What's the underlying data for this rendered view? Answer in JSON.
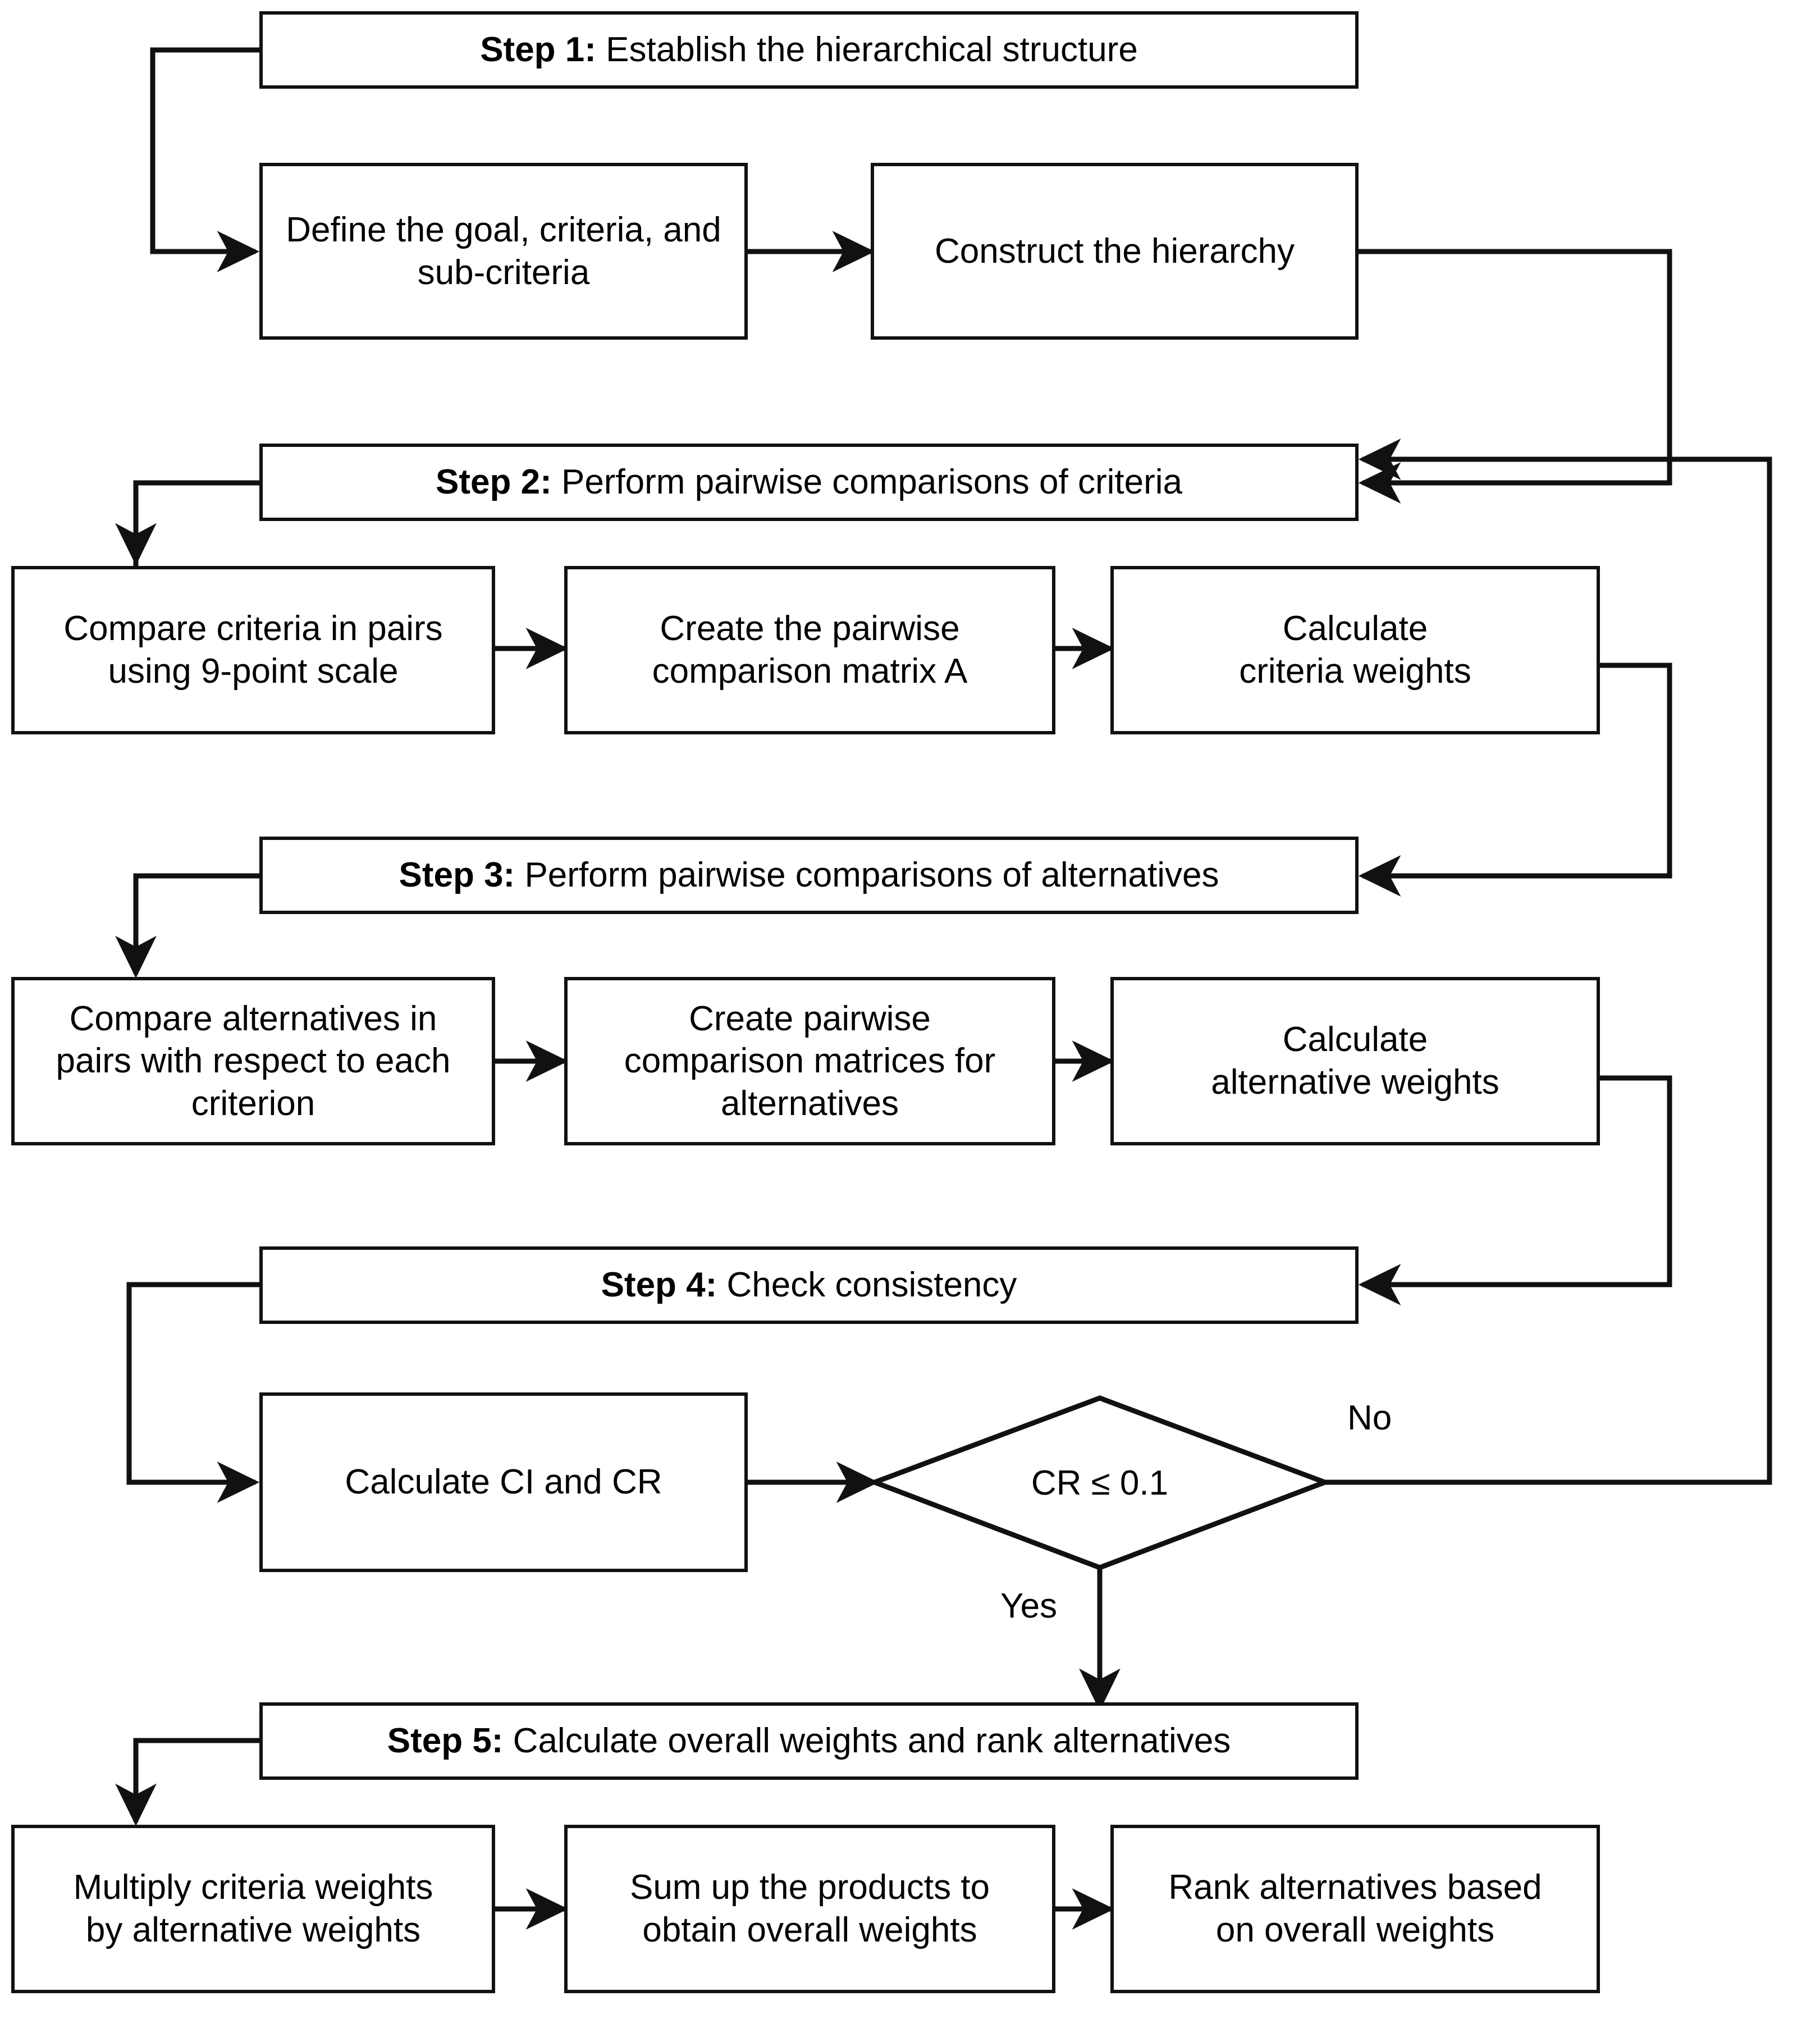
{
  "diagram": {
    "title": "AHP (Analytic Hierarchy Process) procedure flowchart",
    "steps": [
      {
        "id": "step1",
        "header_prefix": "Step 1:",
        "header_text": " Establish the hierarchical structure",
        "boxes": [
          {
            "id": "define-goal",
            "label": "Define the goal, criteria, and\nsub-criteria"
          },
          {
            "id": "construct-hierarchy",
            "label": "Construct the hierarchy"
          }
        ]
      },
      {
        "id": "step2",
        "header_prefix": "Step 2:",
        "header_text": "  Perform pairwise comparisons of criteria",
        "boxes": [
          {
            "id": "compare-criteria",
            "label": "Compare criteria in pairs\nusing 9-point scale"
          },
          {
            "id": "create-matrix-a",
            "label": "Create the pairwise\ncomparison matrix A"
          },
          {
            "id": "calc-criteria-weights",
            "label": "Calculate\ncriteria weights"
          }
        ]
      },
      {
        "id": "step3",
        "header_prefix": "Step 3:",
        "header_text": " Perform pairwise comparisons of alternatives",
        "boxes": [
          {
            "id": "compare-alternatives",
            "label": "Compare alternatives in\npairs with respect to each\ncriterion"
          },
          {
            "id": "create-alt-matrices",
            "label": "Create pairwise\ncomparison matrices for\nalternatives"
          },
          {
            "id": "calc-alt-weights",
            "label": "Calculate\nalternative weights"
          }
        ]
      },
      {
        "id": "step4",
        "header_prefix": "Step 4:",
        "header_text": " Check consistency",
        "boxes": [
          {
            "id": "calc-ci-cr",
            "label": "Calculate CI and CR"
          }
        ],
        "decision": {
          "id": "cr-check",
          "label": "CR ≤ 0.1"
        },
        "branch_labels": {
          "no": "No",
          "yes": "Yes"
        }
      },
      {
        "id": "step5",
        "header_prefix": "Step 5:",
        "header_text": " Calculate overall weights and rank alternatives",
        "boxes": [
          {
            "id": "multiply-weights",
            "label": "Multiply criteria weights\nby alternative weights"
          },
          {
            "id": "sum-products",
            "label": "Sum up the products to\nobtain overall weights"
          },
          {
            "id": "rank-alternatives",
            "label": "Rank alternatives based\non overall weights"
          }
        ]
      }
    ],
    "colors": {
      "line": "#111111",
      "fill": "#ffffff",
      "text": "#000000"
    }
  }
}
